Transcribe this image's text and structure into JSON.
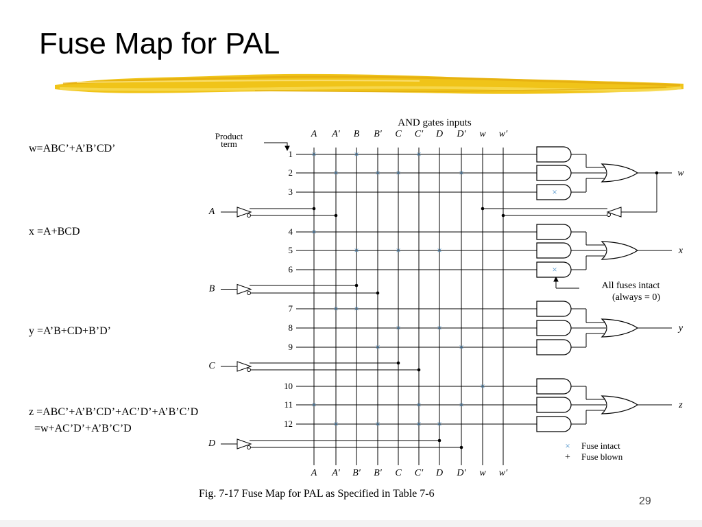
{
  "title": "Fuse Map for PAL",
  "equations": {
    "w": "w=ABC’+A’B’CD’",
    "x": "x =A+BCD",
    "y": "y =A’B+CD+B’D’",
    "z1": "z =ABC’+A’B’CD’+AC’D’+A’B’C’D",
    "z2": "  =w+AC’D’+A’B’C’D"
  },
  "figure": {
    "header": "AND gates inputs",
    "product_term_label": [
      "Product",
      "term"
    ],
    "columns_top": [
      "A",
      "A′",
      "B",
      "B′",
      "C",
      "C′",
      "D",
      "D′",
      "w",
      "w′"
    ],
    "columns_bottom": [
      "A",
      "A′",
      "B′",
      "B′",
      "C",
      "C′",
      "D",
      "D′",
      "w",
      "w′"
    ],
    "row_labels": [
      "1",
      "2",
      "3",
      "4",
      "5",
      "6",
      "7",
      "8",
      "9",
      "10",
      "11",
      "12"
    ],
    "input_labels": [
      "A",
      "B",
      "C",
      "D"
    ],
    "output_labels": [
      "w",
      "x",
      "y",
      "z"
    ],
    "note": [
      "All fuses intact",
      "(always = 0)"
    ],
    "legend": {
      "intact_symbol": "×",
      "intact": "Fuse intact",
      "blown_symbol": "+",
      "blown": "Fuse blown"
    },
    "caption": "Fig. 7-17   Fuse Map for PAL as Specified in Table 7-6",
    "fuses": [
      [
        "A",
        "B",
        "C′"
      ],
      [
        "A′",
        "B′",
        "C",
        "D′"
      ],
      [],
      [
        "A"
      ],
      [
        "B",
        "C",
        "D"
      ],
      [],
      [
        "A′",
        "B"
      ],
      [
        "C",
        "D"
      ],
      [
        "B′",
        "D′"
      ],
      [
        "w"
      ],
      [
        "A",
        "C′",
        "D′"
      ],
      [
        "A′",
        "B′",
        "C′",
        "D"
      ]
    ],
    "all_intact_rows": [
      "3",
      "6"
    ]
  },
  "colors": {
    "brush": "#f0c419",
    "fuse": "#4a90c8",
    "line": "#000000"
  },
  "page_number": "29"
}
